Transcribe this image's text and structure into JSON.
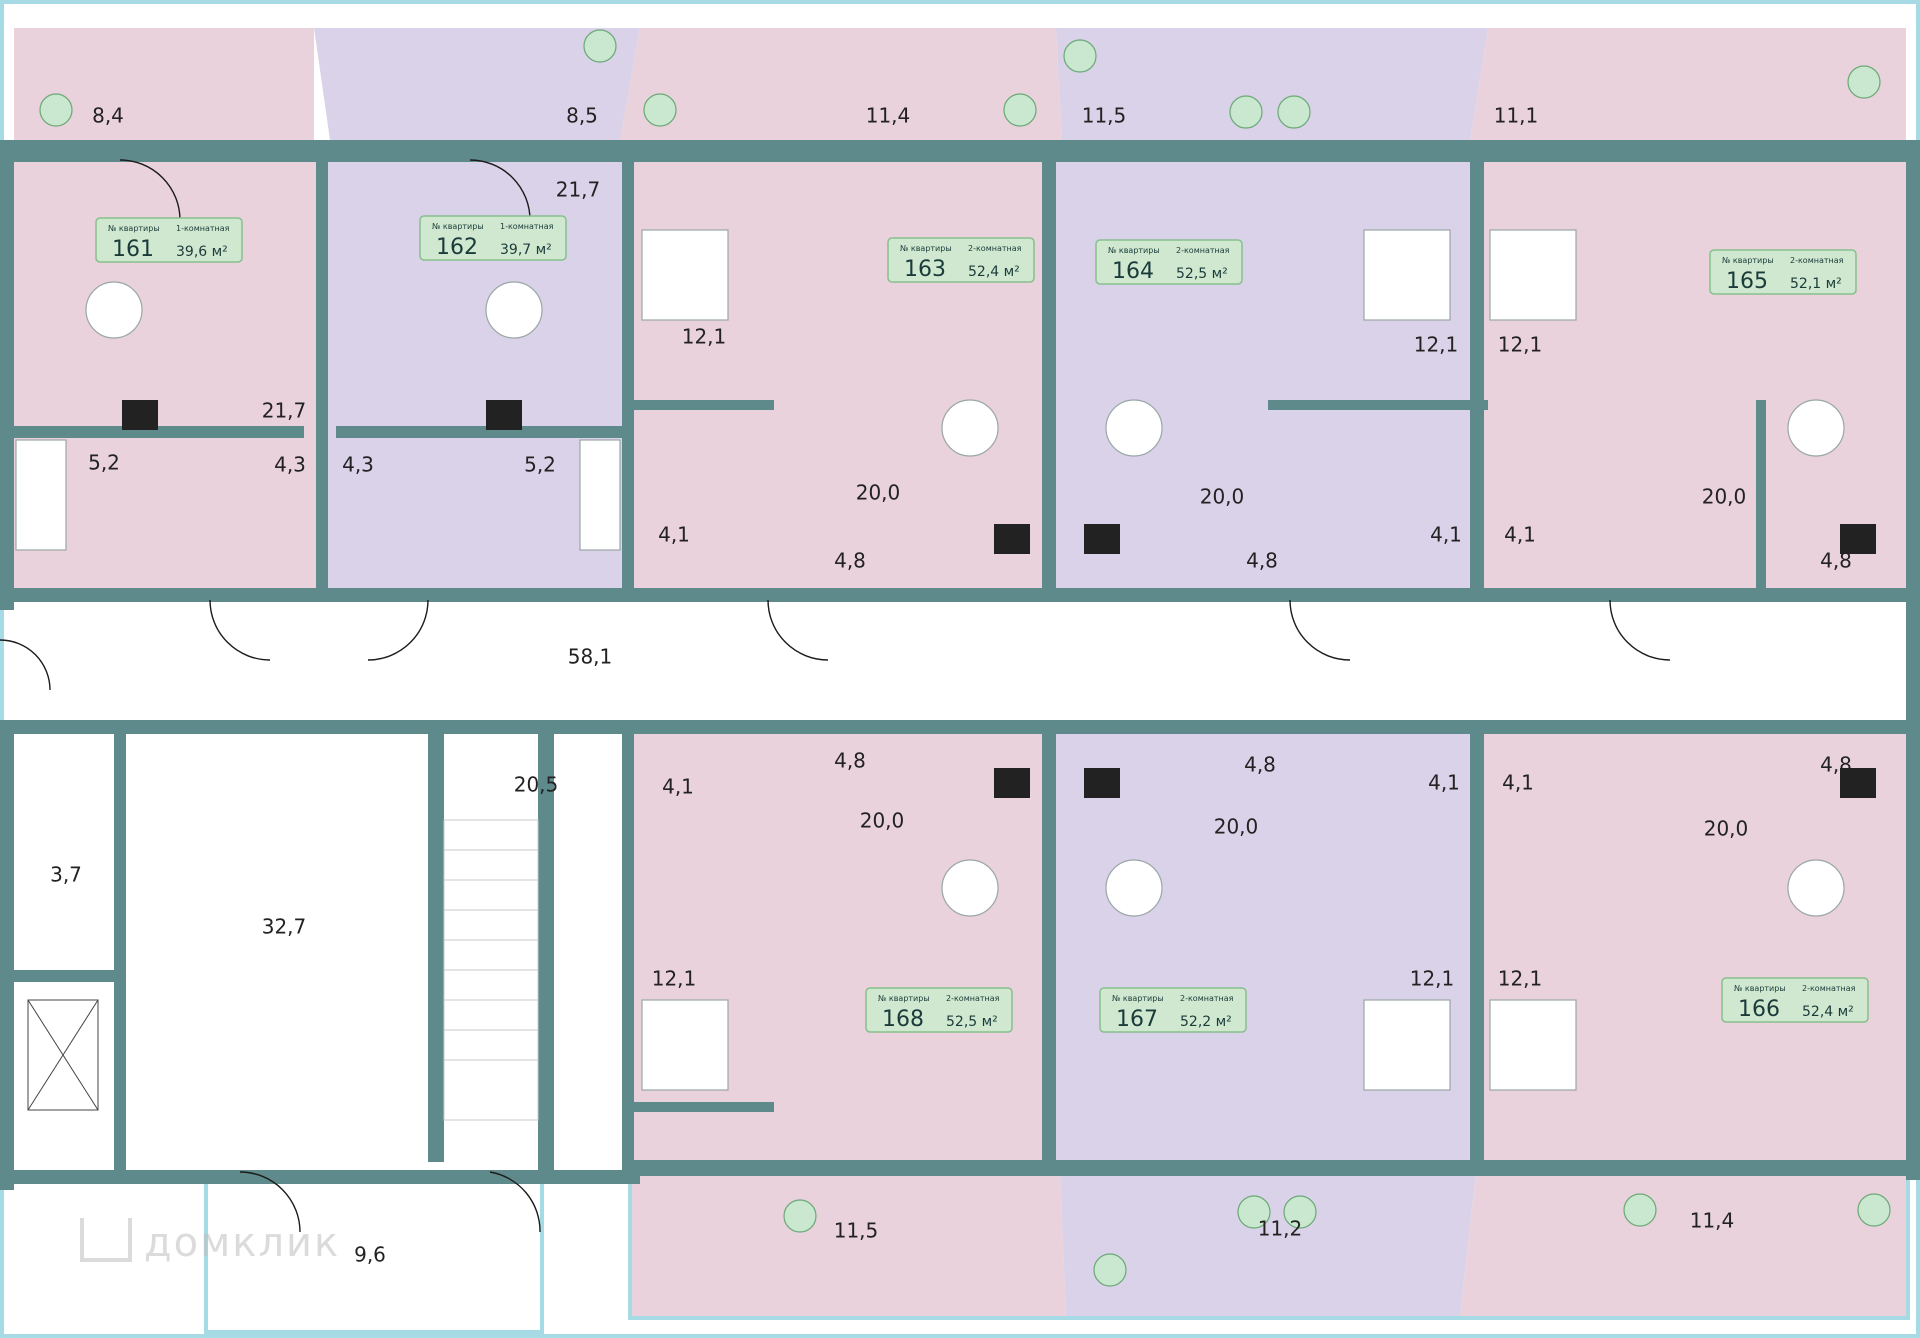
{
  "colors": {
    "pink": "#e9d2db",
    "lilac": "#d9d2e8",
    "wall": "#5e8a8c",
    "balcony_edge": "#a6dbe5",
    "tag_fill": "#cfe8cf"
  },
  "apartments": [
    {
      "no_label": "№ квартиры",
      "number": "161",
      "type": "1-комнатная",
      "area": "39,6 м²"
    },
    {
      "no_label": "№ квартиры",
      "number": "162",
      "type": "1-комнатная",
      "area": "39,7 м²"
    },
    {
      "no_label": "№ квартиры",
      "number": "163",
      "type": "2-комнатная",
      "area": "52,4 м²"
    },
    {
      "no_label": "№ квартиры",
      "number": "164",
      "type": "2-комнатная",
      "area": "52,5 м²"
    },
    {
      "no_label": "№ квартиры",
      "number": "165",
      "type": "2-комнатная",
      "area": "52,1 м²"
    },
    {
      "no_label": "№ квартиры",
      "number": "166",
      "type": "2-комнатная",
      "area": "52,4 м²"
    },
    {
      "no_label": "№ квартиры",
      "number": "167",
      "type": "2-комнатная",
      "area": "52,2 м²"
    },
    {
      "no_label": "№ квартиры",
      "number": "168",
      "type": "2-комнатная",
      "area": "52,5 м²"
    }
  ],
  "areas": [
    "8,4",
    "8,5",
    "11,4",
    "11,5",
    "11,1",
    "21,7",
    "21,7",
    "12,1",
    "12,1",
    "12,1",
    "4,3",
    "4,3",
    "5,2",
    "5,2",
    "4,1",
    "4,1",
    "4,1",
    "20,0",
    "20,0",
    "20,0",
    "4,8",
    "4,8",
    "4,8",
    "58,1",
    "3,7",
    "32,7",
    "20,5",
    "9,6",
    "4,8",
    "4,8",
    "4,8",
    "4,1",
    "4,1",
    "4,1",
    "20,0",
    "20,0",
    "20,0",
    "12,1",
    "12,1",
    "12,1",
    "11,5",
    "11,2",
    "11,4"
  ],
  "watermark": "домклик"
}
